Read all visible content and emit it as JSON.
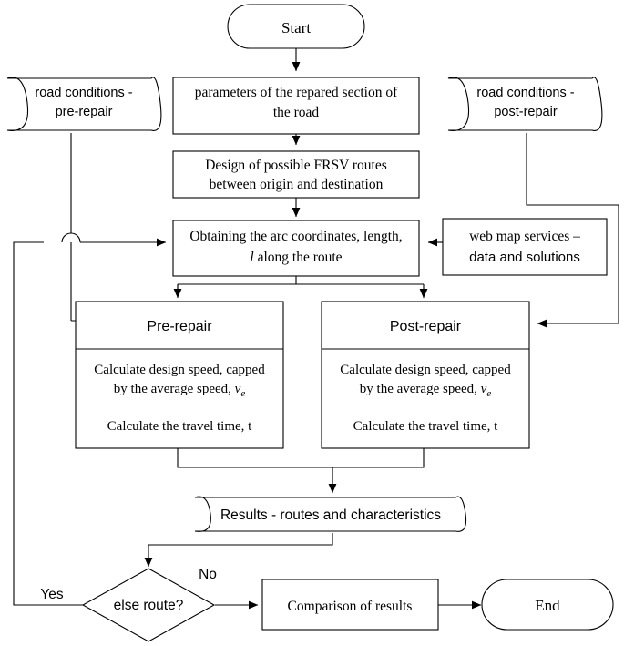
{
  "diagram": {
    "title": "FRSV route analysis flowchart",
    "type": "flowchart",
    "colors": {
      "stroke": "#000000",
      "fill": "#ffffff",
      "text": "#000000"
    }
  },
  "nodes": {
    "start": {
      "label": "Start",
      "shape": "terminator"
    },
    "params": {
      "line1": "parameters of the repared section of",
      "line2": "the road",
      "shape": "process"
    },
    "design": {
      "line1": "Design of possible FRSV routes",
      "line2": "between origin and destination",
      "shape": "process"
    },
    "obtaining": {
      "line1": "Obtaining the arc coordinates, length,",
      "line2_italic": "l",
      "line2_rest": " along the route",
      "shape": "process"
    },
    "webmap": {
      "line1": "web map services –",
      "line2": "data and solutions",
      "shape": "process"
    },
    "flag_pre": {
      "line1": "road conditions -",
      "line2": "pre-repair",
      "shape": "document-flag"
    },
    "flag_post": {
      "line1": "road conditions -",
      "line2": "post-repair",
      "shape": "document-flag"
    },
    "pre_repair": {
      "header": "Pre-repair",
      "body_line1": "Calculate design speed, capped",
      "body_line2_pre": "by the average speed, ",
      "body_line2_var": "v",
      "body_line2_sub": "e",
      "body_line3": "Calculate the travel time, t",
      "shape": "process-with-header"
    },
    "post_repair": {
      "header": "Post-repair",
      "body_line1": "Calculate design speed, capped",
      "body_line2_pre": "by the average speed, ",
      "body_line2_var": "v",
      "body_line2_sub": "e",
      "body_line3": "Calculate the travel time, t",
      "shape": "process-with-header"
    },
    "results": {
      "label": "Results - routes and characteristics",
      "shape": "document-flag"
    },
    "decision": {
      "label": "else route?",
      "shape": "diamond"
    },
    "comparison": {
      "label": "Comparison of results",
      "shape": "process"
    },
    "end": {
      "label": "End",
      "shape": "terminator"
    }
  },
  "edge_labels": {
    "yes": "Yes",
    "no": "No"
  }
}
